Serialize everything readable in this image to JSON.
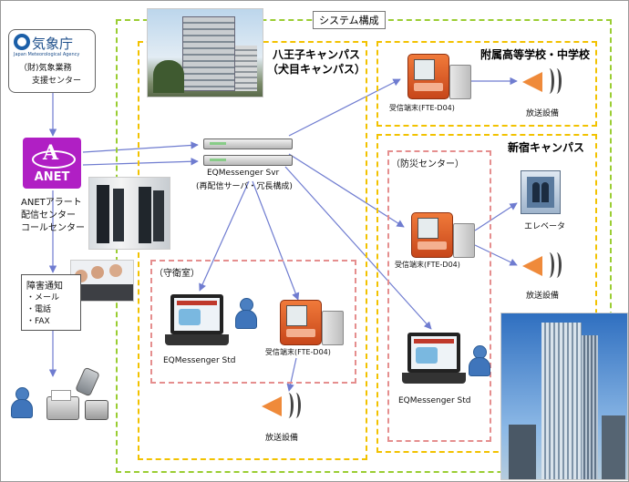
{
  "system_label": "システム構成",
  "jma": {
    "logo_text": "気象庁",
    "logo_sub": "Japan Meteorological Agency",
    "line1": "（財)気象業務",
    "line2": "支援センター"
  },
  "anet": {
    "logo": "ANET",
    "line1": "ANETアラート",
    "line2": "配信センター",
    "line3": "コールセンター"
  },
  "notice": {
    "title": "障害通知",
    "items": [
      "・メール",
      "・電話",
      "・FAX"
    ]
  },
  "hachioji": {
    "title1": "八王子キャンパス",
    "title2": "（犬目キャンパス）"
  },
  "server": {
    "line1": "EQMessenger Svr",
    "line2": "(再配信サーバ・冗長構成)"
  },
  "guard": {
    "title": "（守衛室）",
    "laptop_label": "EQMessenger Std",
    "terminal_label": "受信端末(FTE-D04)",
    "speaker_label": "放送設備"
  },
  "fuzoku": {
    "title": "附属高等学校・中学校",
    "terminal_label": "受信端末(FTE-D04)",
    "speaker_label": "放送設備"
  },
  "shinjuku": {
    "title": "新宿キャンパス",
    "bousai": "（防災センター）",
    "terminal_label": "受信端末(FTE-D04)",
    "elevator_label": "エレベータ",
    "speaker_label": "放送設備",
    "laptop_label": "EQMessenger Std"
  }
}
